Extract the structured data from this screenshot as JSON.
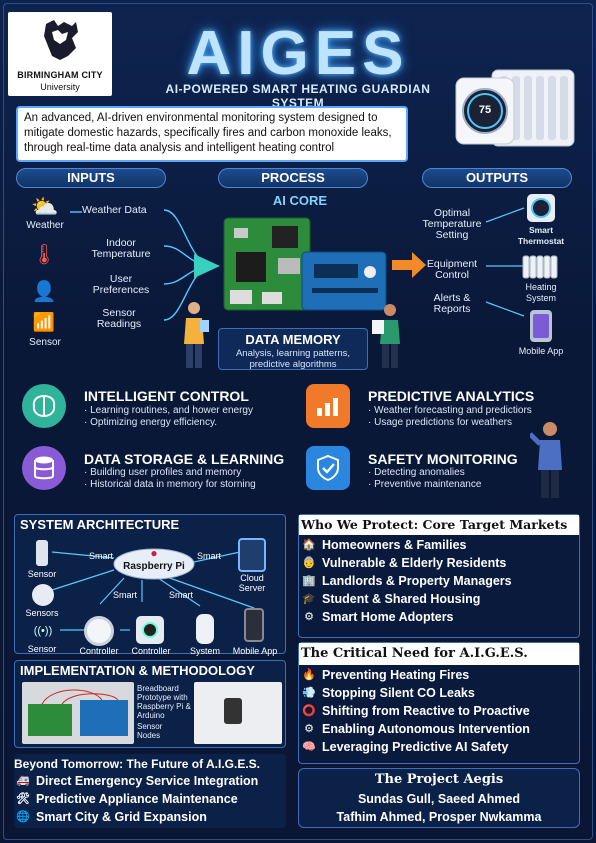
{
  "logo": {
    "line1": "BIRMINGHAM CITY",
    "line2": "University"
  },
  "title": "AIGES",
  "subtitle": "AI-POWERED SMART HEATING GUARDIAN SYSTEM",
  "description": "An advanced, AI-driven environmental monitoring system designed to mitigate domestic hazards, specifically fires and carbon monoxide leaks, through real-time data analysis and intelligent heating control",
  "thermostat_reading": "75",
  "flow": {
    "inputs_header": "INPUTS",
    "process_header": "PROCESS",
    "outputs_header": "OUTPUTS",
    "ai_core": "AI CORE",
    "inputs": [
      {
        "icon": "Weather",
        "label": "Weather Data"
      },
      {
        "icon": "",
        "label": "Indoor Temperature"
      },
      {
        "icon": "",
        "label": "User Preferences"
      },
      {
        "icon": "Sensor",
        "label": "Sensor Readings"
      }
    ],
    "outputs": [
      {
        "label": "Optimal Temperature Setting",
        "device": "Smart Thermostat"
      },
      {
        "label": "Equipment Control",
        "device": "Heating System"
      },
      {
        "label": "Alerts & Reports",
        "device": "Mobile App"
      }
    ],
    "memory_title": "DATA MEMORY",
    "memory_desc": "Analysis, learning patterns, predictive algorithms"
  },
  "features": [
    {
      "title": "INTELLIGENT CONTROL",
      "lines": [
        "· Learning routines, and hower energy",
        "· Optimizing energy efficiency."
      ],
      "color": "#2fb39a"
    },
    {
      "title": "PREDICTIVE ANALYTICS",
      "lines": [
        "· Weather forecasting and predictiors",
        "· Usage predictions for weathers"
      ],
      "color": "#f07a2a"
    },
    {
      "title": "DATA STORAGE & LEARNING",
      "lines": [
        "· Building user profiles and memory",
        "· Historical data in memory for storning"
      ],
      "color": "#8a5bd6"
    },
    {
      "title": "SAFETY MONITORING",
      "lines": [
        "· Detecting anomalies",
        "· Preventive maintenance"
      ],
      "color": "#2b86e0"
    }
  ],
  "architecture": {
    "title": "SYSTEM ARCHITECTURE",
    "hub": "Raspberry Pi",
    "link": "Smart",
    "nodes": [
      "Sensor",
      "Sensors",
      "Sensor",
      "Controller",
      "Controller",
      "System",
      "Cloud Server",
      "Mobile App"
    ]
  },
  "implementation": {
    "title": "IMPLEMENTATION & METHODOLOGY",
    "labels": [
      "Breadboard Prototype with Raspberry Pi & Arduino",
      "Sensor Nodes"
    ]
  },
  "future": {
    "title": "Beyond Tomorrow: The Future of A.I.G.E.S.",
    "items": [
      {
        "emoji": "🚑",
        "text": "Direct Emergency Service Integration"
      },
      {
        "emoji": "🛠",
        "text": "Predictive Appliance Maintenance"
      },
      {
        "emoji": "🌐",
        "text": "Smart City & Grid Expansion"
      }
    ]
  },
  "markets": {
    "title": "Who We Protect: Core Target Markets",
    "items": [
      {
        "emoji": "🏠",
        "text": "Homeowners & Families"
      },
      {
        "emoji": "👵",
        "text": "Vulnerable & Elderly Residents"
      },
      {
        "emoji": "🏢",
        "text": "Landlords & Property Managers"
      },
      {
        "emoji": "🎓",
        "text": "Student & Shared Housing"
      },
      {
        "emoji": "⚙",
        "text": "Smart Home Adopters"
      }
    ]
  },
  "need": {
    "title": "The Critical Need for A.I.G.E.S.",
    "items": [
      {
        "emoji": "🔥",
        "text": "Preventing Heating Fires"
      },
      {
        "emoji": "💨",
        "text": "Stopping Silent CO Leaks"
      },
      {
        "emoji": "⭕",
        "text": "Shifting from Reactive to Proactive"
      },
      {
        "emoji": "⚙",
        "text": "Enabling Autonomous Intervention"
      },
      {
        "emoji": "🧠",
        "text": "Leveraging Predictive AI Safety"
      }
    ]
  },
  "project": {
    "title": "The Project Aegis",
    "line1": "Sundas Gull, Saeed Ahmed",
    "line2": "Tafhim Ahmed, Prosper Nwkamma"
  }
}
